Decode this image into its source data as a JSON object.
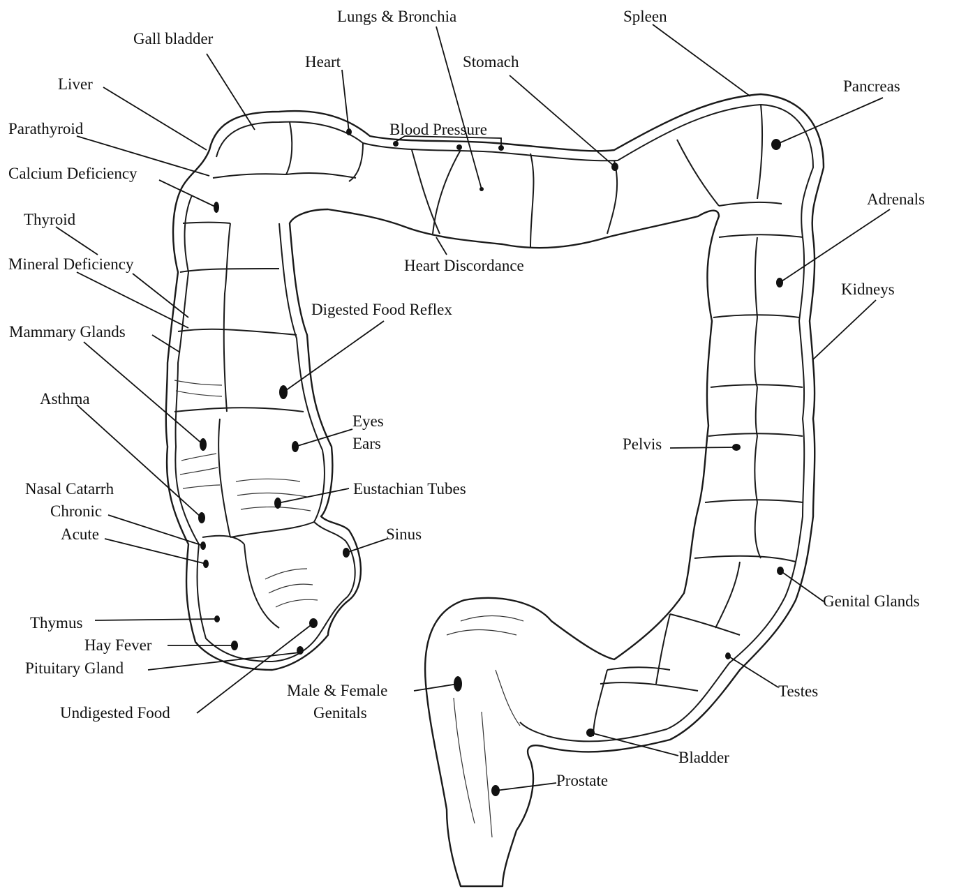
{
  "labels": {
    "lungs_bronchia": "Lungs & Bronchia",
    "spleen": "Spleen",
    "gall_bladder": "Gall bladder",
    "heart": "Heart",
    "stomach": "Stomach",
    "pancreas": "Pancreas",
    "liver": "Liver",
    "parathyroid": "Parathyroid",
    "blood_pressure": "Blood Pressure",
    "calcium_deficiency": "Calcium Deficiency",
    "adrenals": "Adrenals",
    "thyroid": "Thyroid",
    "mineral_deficiency": "Mineral Deficiency",
    "heart_discordance": "Heart Discordance",
    "kidneys": "Kidneys",
    "digested_food_reflex": "Digested Food Reflex",
    "mammary_glands": "Mammary Glands",
    "asthma": "Asthma",
    "eyes": "Eyes",
    "ears": "Ears",
    "pelvis": "Pelvis",
    "nasal_catarrh": "Nasal Catarrh",
    "eustachian_tubes": "Eustachian Tubes",
    "chronic": "Chronic",
    "acute": "Acute",
    "sinus": "Sinus",
    "genital_glands": "Genital Glands",
    "thymus": "Thymus",
    "hay_fever": "Hay Fever",
    "pituitary_gland": "Pituitary Gland",
    "male_female": "Male & Female",
    "genitals": "Genitals",
    "testes": "Testes",
    "undigested_food": "Undigested Food",
    "bladder": "Bladder",
    "prostate": "Prostate"
  }
}
